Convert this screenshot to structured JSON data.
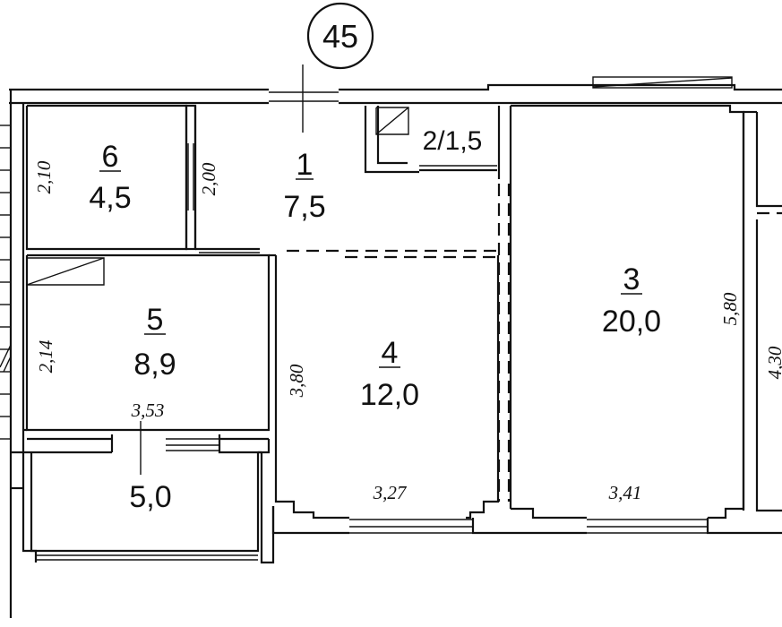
{
  "plan": {
    "apartment_number": "45",
    "rooms": [
      {
        "number": "1",
        "area": "7,5"
      },
      {
        "label": "2/1,5"
      },
      {
        "number": "3",
        "area": "20,0"
      },
      {
        "number": "4",
        "area": "12,0"
      },
      {
        "number": "5",
        "area": "8,9"
      },
      {
        "number": "6",
        "area": "4,5"
      },
      {
        "area": "5,0"
      }
    ],
    "dimensions": [
      "2,10",
      "2,00",
      "2,14",
      "3,53",
      "3,80",
      "3,27",
      "3,41",
      "5,80",
      "4,30"
    ]
  }
}
